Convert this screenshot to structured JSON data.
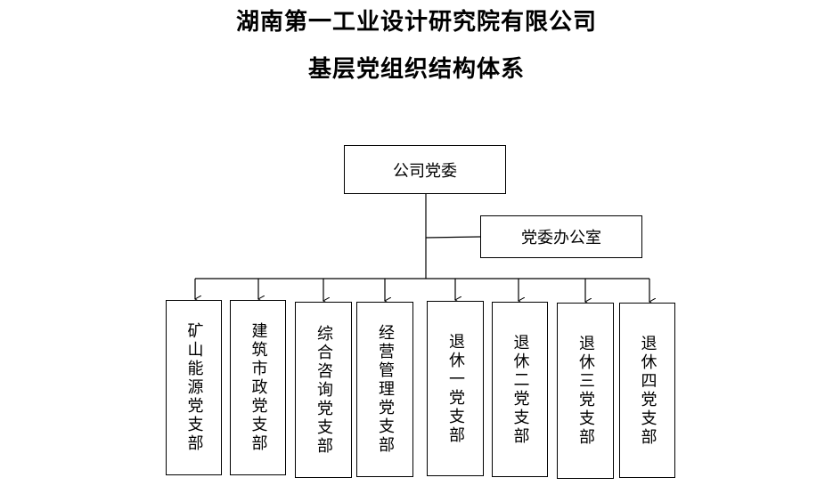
{
  "title_line1": "湖南第一工业设计研究院有限公司",
  "title_line2": "基层党组织结构体系",
  "root": "公司党委",
  "office": "党委办公室",
  "branches": [
    "矿山能源党支部",
    "建筑市政党支部",
    "综合咨询党支部",
    "经营管理党支部",
    "退休一党支部",
    "退休二党支部",
    "退休三党支部",
    "退休四党支部"
  ]
}
